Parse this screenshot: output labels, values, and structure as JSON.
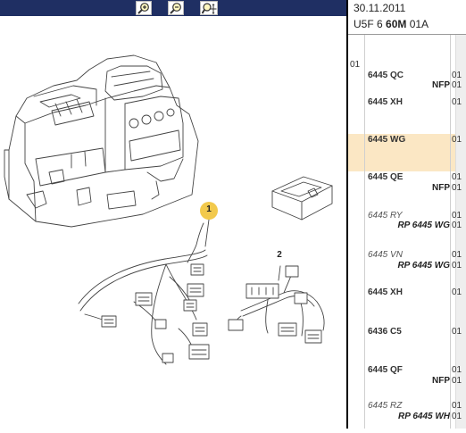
{
  "toolbar": {
    "buttons": [
      {
        "name": "zoom-in",
        "icon": "zoom-in-icon"
      },
      {
        "name": "zoom-out",
        "icon": "zoom-out-icon"
      },
      {
        "name": "zoom-pan",
        "icon": "zoom-pan-icon"
      }
    ],
    "bg_color": "#1f2f63"
  },
  "drawing": {
    "callouts": [
      "1",
      "2"
    ],
    "callout_color": "#f2c94c"
  },
  "header": {
    "date": "30.11.2011",
    "code_prefix": "U5F 6 ",
    "code_bold": "60M",
    "code_suffix": " 01A"
  },
  "parts": {
    "first_index": "01",
    "highlight_color": "#fbe7c4",
    "rows": [
      {
        "ref": "6445 QC",
        "note": "NFP",
        "qty": "01",
        "style": "bold"
      },
      {
        "ref": "6445 XH",
        "note": "",
        "qty": "01",
        "style": "bold"
      },
      {
        "ref": "6445 WG",
        "note": "",
        "qty": "01",
        "style": "bold",
        "highlight": true
      },
      {
        "ref": "6445 QE",
        "note": "NFP",
        "qty": "01",
        "style": "bold"
      },
      {
        "ref": "6445 RY",
        "note": "RP 6445 WG",
        "qty": "01",
        "style": "italic"
      },
      {
        "ref": "6445 VN",
        "note": "RP 6445 WG",
        "qty": "01",
        "style": "italic"
      },
      {
        "ref": "6445 XH",
        "note": "",
        "qty": "01",
        "style": "bold"
      },
      {
        "ref": "6436 C5",
        "note": "",
        "qty": "01",
        "style": "bold"
      },
      {
        "ref": "6445 QF",
        "note": "NFP",
        "qty": "01",
        "style": "bold"
      },
      {
        "ref": "6445 RZ",
        "note": "RP 6445 WH",
        "qty": "01",
        "style": "italic"
      }
    ],
    "qty_second": [
      "01",
      "01"
    ]
  }
}
